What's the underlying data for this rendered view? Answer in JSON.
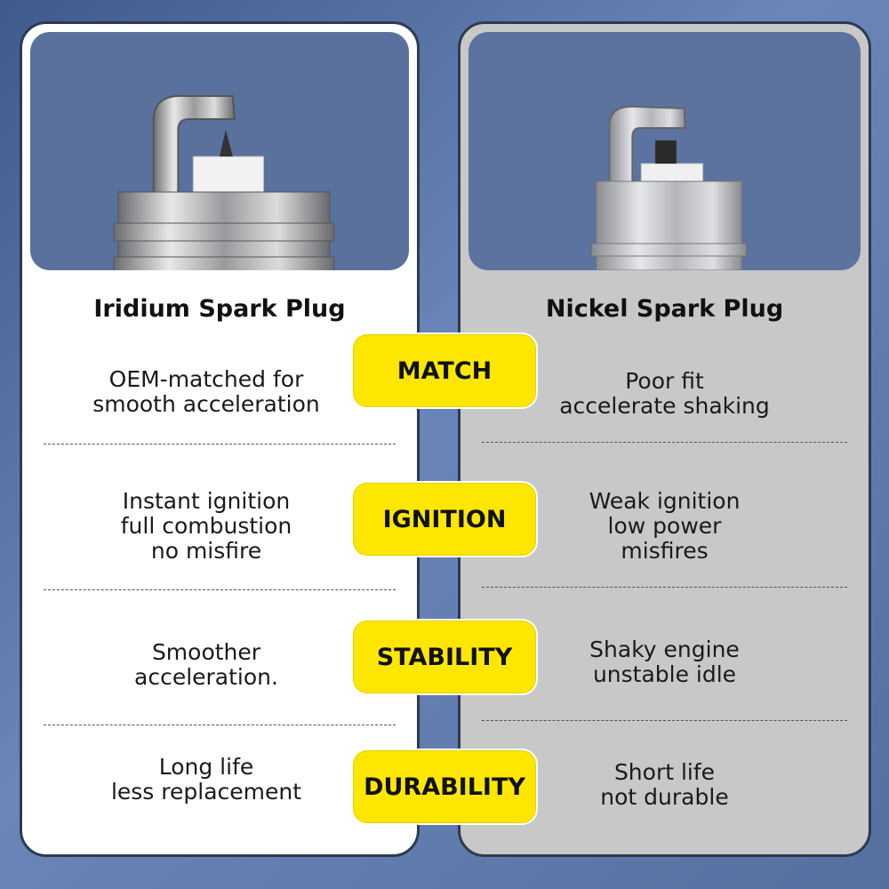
{
  "left": {
    "heading": "Iridium Spark Plug",
    "rows": [
      {
        "line1": "OEM-matched for",
        "line2": "smooth acceleration",
        "line3": ""
      },
      {
        "line1": "Instant ignition",
        "line2": "full combustion",
        "line3": "no misfire"
      },
      {
        "line1": "Smoother",
        "line2": "acceleration.",
        "line3": ""
      },
      {
        "line1": "Long life",
        "line2": "less replacement",
        "line3": ""
      }
    ]
  },
  "right": {
    "heading": "Nickel Spark Plug",
    "rows": [
      {
        "line1": "Poor fit",
        "line2": "accelerate shaking",
        "line3": ""
      },
      {
        "line1": "Weak ignition",
        "line2": "low power",
        "line3": "misfires"
      },
      {
        "line1": "Shaky engine",
        "line2": "unstable idle",
        "line3": ""
      },
      {
        "line1": "Short life",
        "line2": "not durable",
        "line3": ""
      }
    ]
  },
  "categories": [
    "MATCH",
    "IGNITION",
    "STABILITY",
    "DURABILITY"
  ],
  "colors": {
    "accent": "#fde700",
    "left_card": "#ffffff",
    "right_card": "#c8c8c8",
    "border": "#2e3a52",
    "photo_bg": "#5a719e"
  },
  "icons": {
    "left_photo": "iridium-spark-plug-tip",
    "right_photo": "nickel-spark-plug-tip"
  }
}
